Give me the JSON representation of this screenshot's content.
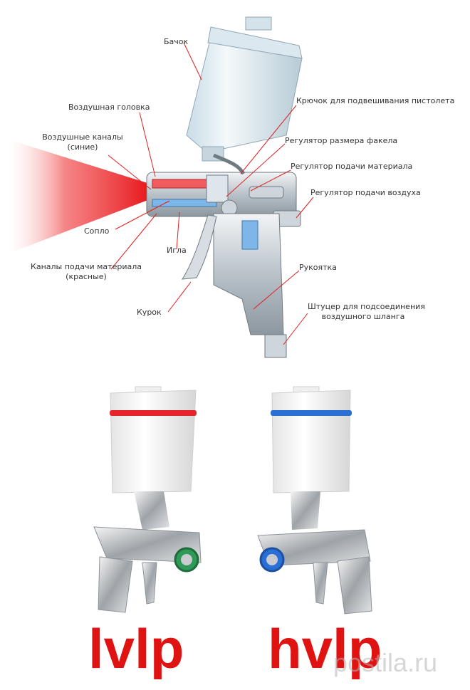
{
  "labels": {
    "tank": "Бачок",
    "air_head": "Воздушная головка",
    "air_channels_1": "Воздушные каналы",
    "air_channels_2": "(синие)",
    "hook": "Крючок для подвешивания пистолета",
    "fan_regulator": "Регулятор размера факела",
    "material_regulator": "Регулятор подачи материала",
    "air_regulator": "Регулятор подачи воздуха",
    "nozzle": "Сопло",
    "needle": "Игла",
    "material_channels_1": "Каналы подачи материала",
    "material_channels_2": "(красные)",
    "handle": "Рукоятка",
    "fitting_1": "Штуцер для подсоединения",
    "fitting_2": "воздушного шланга",
    "trigger": "Курок"
  },
  "bottom": {
    "left_label": "lvlp",
    "right_label": "hvlp",
    "watermark": "postila.ru"
  },
  "colors": {
    "leader_line": "#e02020",
    "spray": "#e8161a",
    "label_text": "#e01313",
    "lvlp_ring": "#e8232a",
    "hvlp_ring": "#2a6fd6"
  }
}
